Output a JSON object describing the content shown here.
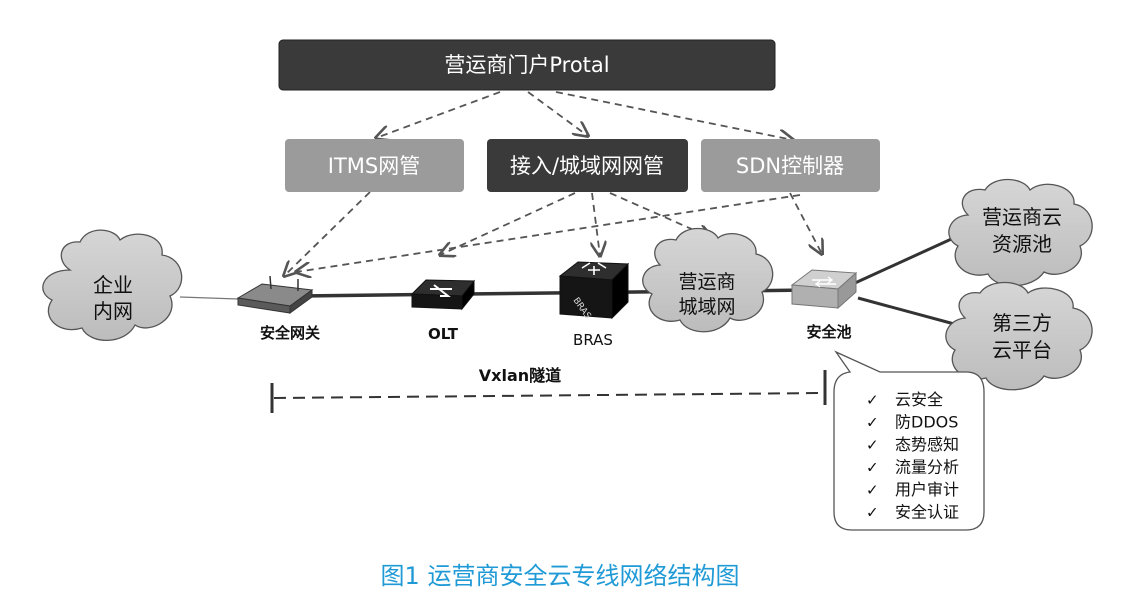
{
  "portal": {
    "label": "营运商门户Protal"
  },
  "managers": {
    "itms": "ITMS网管",
    "access": "接入/城域网网管",
    "sdn": "SDN控制器"
  },
  "clouds": {
    "enterprise": [
      "企业",
      "内网"
    ],
    "metro": [
      "营运商",
      "城域网"
    ],
    "resource": [
      "营运商云",
      "资源池"
    ],
    "thirdparty": [
      "第三方",
      "云平台"
    ]
  },
  "devices": {
    "gateway": "安全网关",
    "olt": "OLT",
    "bras": "BRAS",
    "bras_face": "BRAS",
    "pool": "安全池"
  },
  "tunnel": {
    "label": "Vxlan隧道"
  },
  "features": {
    "check_glyph": "✓",
    "items": [
      "云安全",
      "防DDOS",
      "态势感知",
      "流量分析",
      "用户审计",
      "安全认证"
    ]
  },
  "caption": "图1 运营商安全云专线网络结构图",
  "colors": {
    "dark_box": "#3a3a3a",
    "light_box": "#9b9b9b",
    "cloud_fill": "#c9c9c9",
    "caption": "#1f9ad6"
  }
}
